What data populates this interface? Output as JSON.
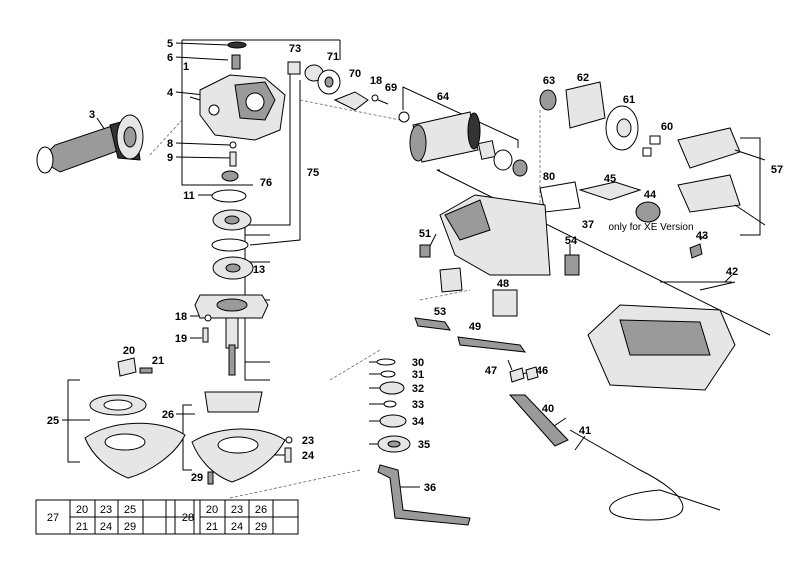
{
  "part_labels": {
    "p1": "1",
    "p3": "3",
    "p4": "4",
    "p5": "5",
    "p6": "6",
    "p8": "8",
    "p9": "9",
    "p11": "11",
    "p13": "13",
    "p18a": "18",
    "p18b": "18",
    "p19": "19",
    "p20": "20",
    "p21": "21",
    "p23": "23",
    "p24": "24",
    "p25": "25",
    "p26": "26",
    "p29": "29",
    "p30": "30",
    "p31": "31",
    "p32": "32",
    "p33": "33",
    "p34": "34",
    "p35": "35",
    "p36": "36",
    "p37": "37",
    "p40": "40",
    "p41": "41",
    "p42": "42",
    "p43": "43",
    "p44": "44",
    "p45": "45",
    "p46": "46",
    "p47": "47",
    "p48": "48",
    "p49": "49",
    "p51": "51",
    "p53": "53",
    "p54": "54",
    "p57": "57",
    "p60": "60",
    "p61": "61",
    "p62": "62",
    "p63": "63",
    "p64": "64",
    "p69": "69",
    "p70": "70",
    "p71": "71",
    "p73": "73",
    "p75": "75",
    "p76": "76",
    "p80": "80"
  },
  "note_xe": "only for XE Version",
  "kit27": {
    "label": "27",
    "row1": [
      "20",
      "23",
      "25",
      ""
    ],
    "row2": [
      "21",
      "24",
      "29",
      ""
    ]
  },
  "kit28": {
    "label": "28",
    "row1": [
      "20",
      "23",
      "26",
      ""
    ],
    "row2": [
      "21",
      "24",
      "29",
      ""
    ]
  }
}
